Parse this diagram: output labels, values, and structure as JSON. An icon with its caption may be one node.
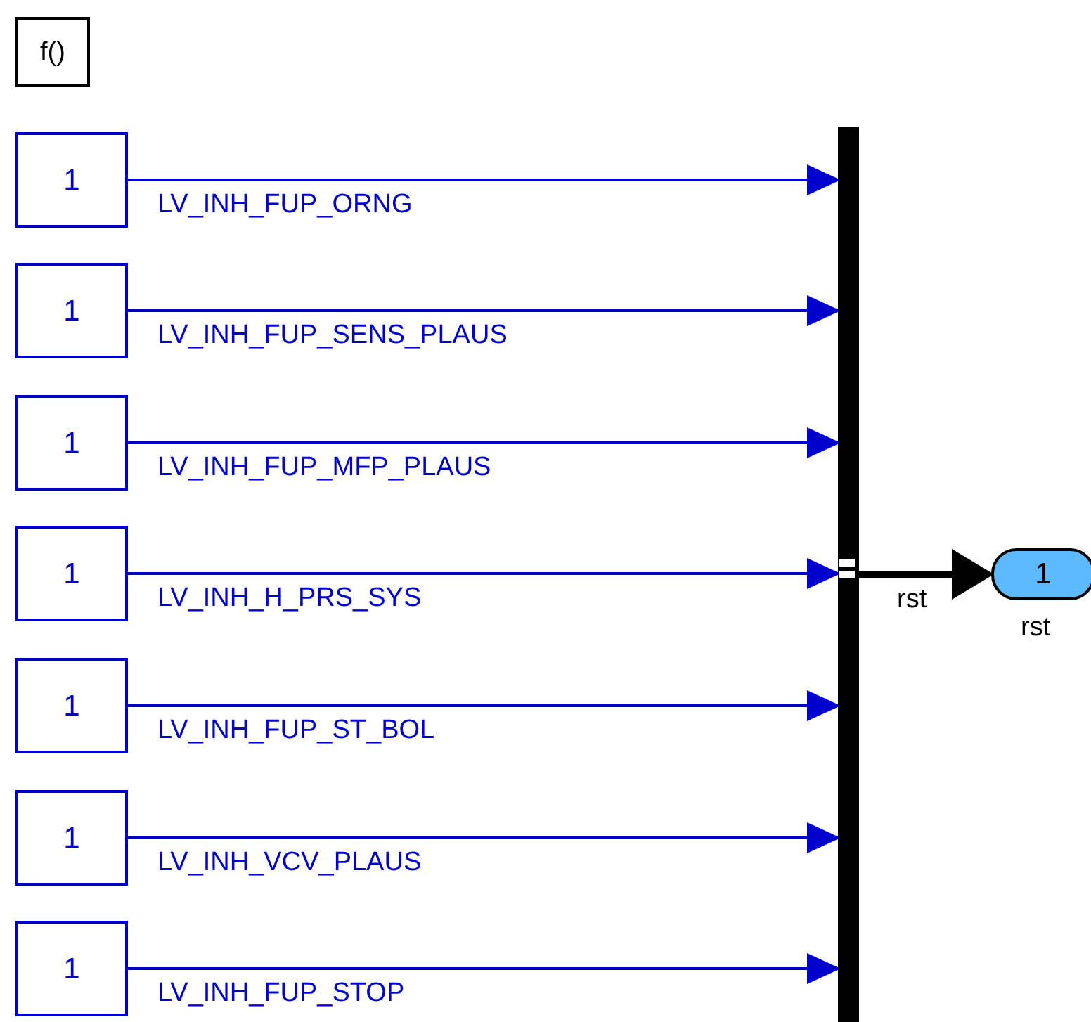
{
  "diagram": {
    "nodes": [
      {
        "text": [
          "f()"
        ]
      },
      {
        "text": [
          "1"
        ]
      },
      {
        "text": [
          "1"
        ]
      },
      {
        "text": [
          "1"
        ]
      },
      {
        "text": [
          "1"
        ]
      },
      {
        "text": [
          "1"
        ]
      },
      {
        "text": [
          "1"
        ]
      },
      {
        "text": [
          "1"
        ]
      },
      {
        "text": [],
        "shape": "bar"
      },
      {
        "text": [
          "1"
        ],
        "beside": [
          "rst"
        ]
      }
    ],
    "edges": [
      {
        "from": 1,
        "to": 8,
        "arrow": "to",
        "label": "LV_INH_FUP_ORNG"
      },
      {
        "from": 2,
        "to": 8,
        "arrow": "to",
        "label": "LV_INH_FUP_SENS_PLAUS"
      },
      {
        "from": 3,
        "to": 8,
        "arrow": "to",
        "label": "LV_INH_FUP_MFP_PLAUS"
      },
      {
        "from": 4,
        "to": 8,
        "arrow": "to",
        "label": "LV_INH_H_PRS_SYS"
      },
      {
        "from": 5,
        "to": 8,
        "arrow": "to",
        "label": "LV_INH_FUP_ST_BOL"
      },
      {
        "from": 6,
        "to": 8,
        "arrow": "to",
        "label": "LV_INH_VCV_PLAUS"
      },
      {
        "from": 7,
        "to": 8,
        "arrow": "to",
        "label": "LV_INH_FUP_STOP"
      },
      {
        "from": 8,
        "to": 9,
        "arrow": "to",
        "label": "rst",
        "style": "thick",
        "color": "#000000"
      }
    ]
  }
}
